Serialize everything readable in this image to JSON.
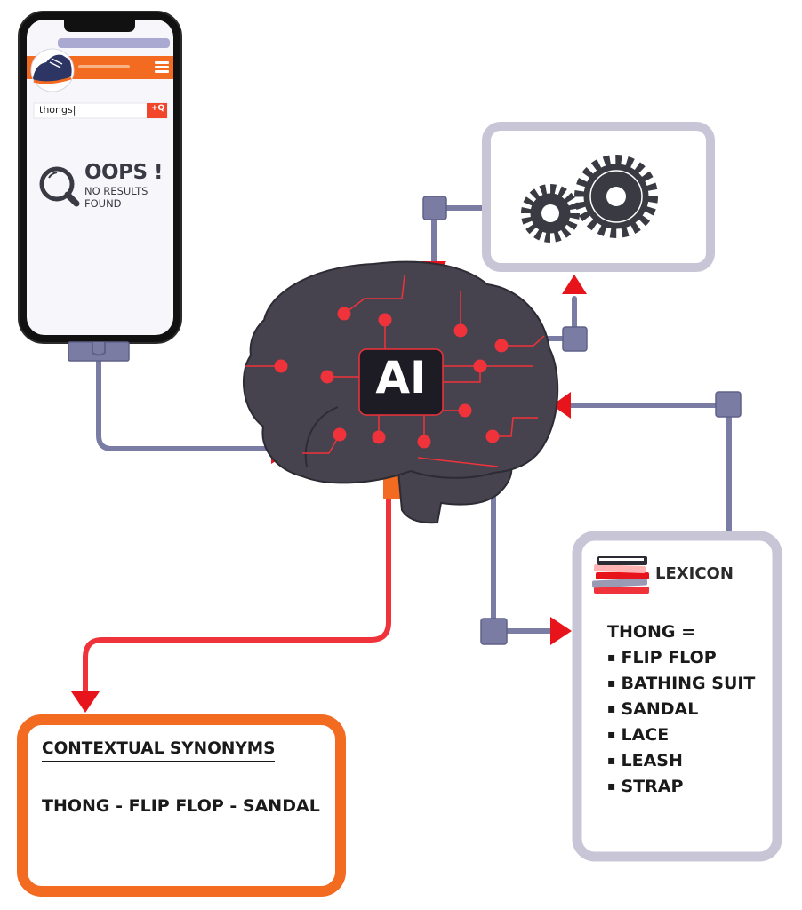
{
  "phone": {
    "search_value": "thongs",
    "search_button_icon": "search-plus-icon",
    "result_title": "OOPS !",
    "result_line1": "NO RESULTS",
    "result_line2": "FOUND"
  },
  "brain": {
    "label": "AI"
  },
  "lexicon": {
    "title": "LEXICON",
    "heading": "THONG =",
    "items": [
      "FLIP FLOP",
      "BATHING SUIT",
      "SANDAL",
      "LACE",
      "LEASH",
      "STRAP"
    ]
  },
  "contextual": {
    "title": "CONTEXTUAL SYNONYMS",
    "text": "THONG - FLIP FLOP - SANDAL"
  },
  "colors": {
    "brain": "#46434e",
    "connector": "#7a7ca3",
    "arrow_red": "#e8141b",
    "node_red": "#f0323a",
    "box_border_grey": "#c8c6d6",
    "box_border_orange": "#f26b21",
    "phone_accent": "#f26b21"
  }
}
